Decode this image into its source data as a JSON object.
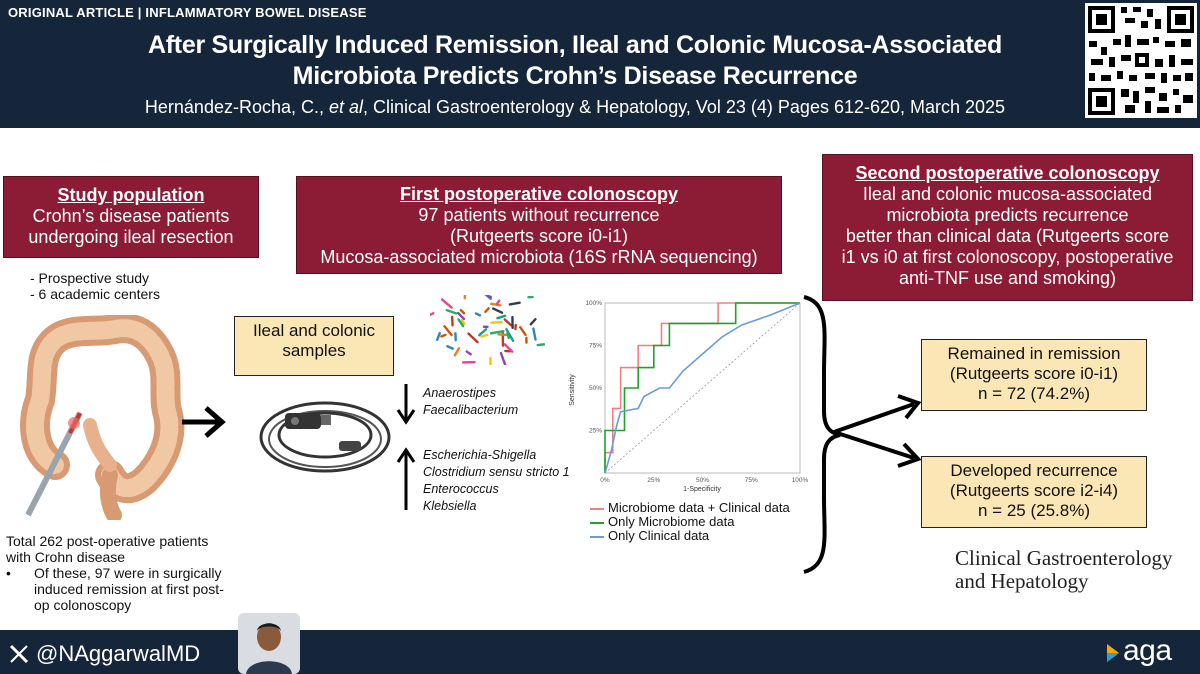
{
  "header": {
    "tag": "ORIGINAL ARTICLE | INFLAMMATORY BOWEL DISEASE",
    "title_line1": "After Surgically Induced Remission, Ileal and Colonic Mucosa-Associated",
    "title_line2": "Microbiota Predicts Crohn’s Disease Recurrence",
    "citation_authors": "Hernández-Rocha, C., ",
    "citation_etal": "et al",
    "citation_rest": ", Clinical Gastroenterology & Hepatology, Vol 23 (4) Pages 612-620, March 2025"
  },
  "study_population": {
    "heading": "Study population",
    "line1": "Crohn’s disease patients",
    "line2": "undergoing ileal resection",
    "bullet1": "- Prospective study",
    "bullet2": "- 6 academic centers"
  },
  "total_note": {
    "line1": "Total 262 post-operative patients",
    "line2": "with Crohn disease",
    "bullet_mark": "•",
    "bullet_line1": "Of these, 97 were in surgically",
    "bullet_line2": "induced remission at first post-",
    "bullet_line3": "op colonoscopy"
  },
  "samples_box": {
    "line1": "Ileal and colonic",
    "line2": "samples"
  },
  "first_colonoscopy": {
    "heading": "First postoperative colonoscopy",
    "line1": "97 patients without recurrence",
    "line2": "(Rutgeerts score i0-i1)",
    "line3": "Mucosa-associated microbiota (16S rRNA sequencing)"
  },
  "bacteria_down": [
    "Anaerostipes",
    "Faecalibacterium"
  ],
  "bacteria_up": [
    "Escherichia-Shigella",
    "Clostridium sensu stricto 1",
    "Enterococcus",
    "Klebsiella"
  ],
  "second_colonoscopy": {
    "heading": "Second postoperative colonoscopy",
    "lines": [
      "Ileal and colonic mucosa-associated",
      "microbiota predicts recurrence",
      "better than clinical data (Rutgeerts score",
      "i1 vs i0 at first colonoscopy, postoperative",
      "anti-TNF use and smoking)"
    ]
  },
  "remission_box": {
    "line1": "Remained in remission",
    "line2": "(Rutgeerts score i0-i1)",
    "line3": "n = 72 (74.2%)"
  },
  "recurrence_box": {
    "line1": "Developed recurrence",
    "line2": "(Rutgeerts score i2-i4)",
    "line3": "n = 25 (25.8%)"
  },
  "journal": {
    "line1": "Clinical Gastroenterology",
    "line2": "and Hepatology"
  },
  "footer": {
    "handle": "@NAggarwalMD",
    "brand": "aga"
  },
  "colors": {
    "navy": "#16263a",
    "maroon": "#8c1c36",
    "tan": "#fbe6b5",
    "series_red": "#f08080",
    "series_green": "#1aa52a",
    "series_blue": "#6a9be0"
  },
  "chart_data": {
    "type": "line",
    "title": "",
    "xlabel": "1-Specificity",
    "ylabel": "Sensitivity",
    "xlim": [
      0,
      1
    ],
    "ylim": [
      0,
      1
    ],
    "x_ticks": [
      "0%",
      "25%",
      "50%",
      "75%",
      "100%"
    ],
    "y_ticks": [
      "25%",
      "50%",
      "75%",
      "100%"
    ],
    "legend": "bottom",
    "series": [
      {
        "name": "Microbiome data + Clinical data",
        "color": "#f08080",
        "points": [
          [
            0,
            0
          ],
          [
            0,
            0.12
          ],
          [
            0.04,
            0.12
          ],
          [
            0.04,
            0.38
          ],
          [
            0.08,
            0.38
          ],
          [
            0.08,
            0.62
          ],
          [
            0.17,
            0.62
          ],
          [
            0.17,
            0.75
          ],
          [
            0.29,
            0.75
          ],
          [
            0.29,
            0.88
          ],
          [
            0.58,
            0.88
          ],
          [
            0.58,
            1.0
          ],
          [
            1,
            1
          ]
        ]
      },
      {
        "name": "Only Microbiome data",
        "color": "#1aa52a",
        "points": [
          [
            0,
            0
          ],
          [
            0,
            0.25
          ],
          [
            0.1,
            0.25
          ],
          [
            0.1,
            0.5
          ],
          [
            0.17,
            0.5
          ],
          [
            0.17,
            0.62
          ],
          [
            0.25,
            0.62
          ],
          [
            0.25,
            0.75
          ],
          [
            0.33,
            0.75
          ],
          [
            0.33,
            0.88
          ],
          [
            0.67,
            0.88
          ],
          [
            0.67,
            1.0
          ],
          [
            1,
            1
          ]
        ]
      },
      {
        "name": "Only Clinical data",
        "color": "#6a9be0",
        "points": [
          [
            0,
            0
          ],
          [
            0.03,
            0.12
          ],
          [
            0.06,
            0.28
          ],
          [
            0.08,
            0.36
          ],
          [
            0.17,
            0.38
          ],
          [
            0.2,
            0.45
          ],
          [
            0.28,
            0.5
          ],
          [
            0.33,
            0.5
          ],
          [
            0.4,
            0.6
          ],
          [
            0.5,
            0.7
          ],
          [
            0.6,
            0.8
          ],
          [
            0.7,
            0.87
          ],
          [
            0.85,
            0.93
          ],
          [
            1,
            1
          ]
        ]
      }
    ]
  }
}
